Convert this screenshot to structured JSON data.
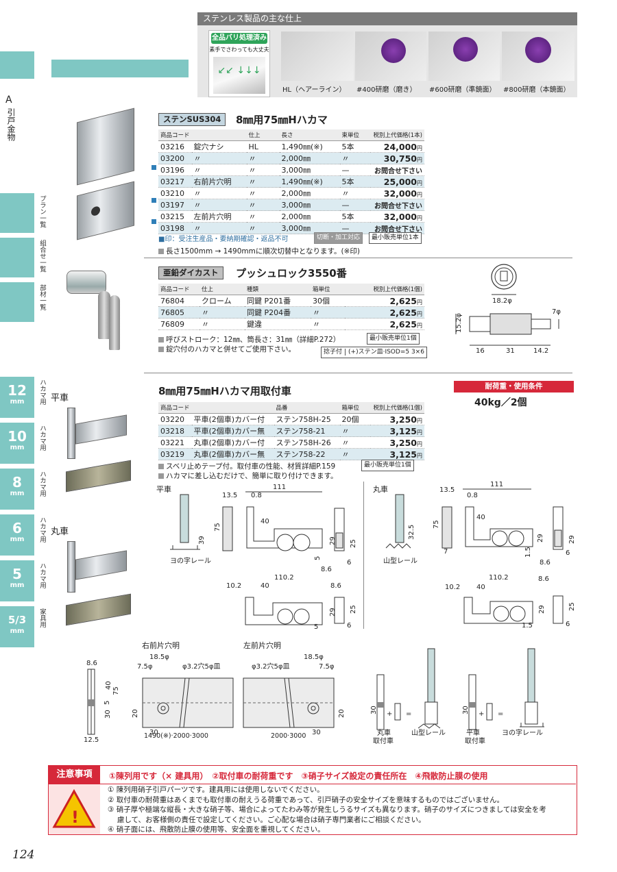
{
  "finish_panel": {
    "title": "ステンレス製品の主な仕上",
    "badge": "全品バリ処理済み",
    "badge_sub": "素手でさわっても大丈夫",
    "samples": [
      "HL（ヘアーライン）",
      "#400研磨（磨き）",
      "#600研磨（準鏡面）",
      "#800研磨（本鏡面）"
    ]
  },
  "side": {
    "section": "A",
    "section_name": "引戸金物",
    "tabs": [
      "プラン一覧",
      "組合せ一覧",
      "部材一覧"
    ],
    "size_tabs": [
      {
        "num": "12",
        "unit": "mm",
        "label": "ハカマ用"
      },
      {
        "num": "10",
        "unit": "mm",
        "label": "ハカマ用"
      },
      {
        "num": "8",
        "unit": "mm",
        "label": "ハカマ用"
      },
      {
        "num": "6",
        "unit": "mm",
        "label": "ハカマ用"
      },
      {
        "num": "5",
        "unit": "mm",
        "label": "ハカマ用"
      },
      {
        "num": "5/3",
        "unit": "mm",
        "label": "家具用"
      }
    ]
  },
  "sec1": {
    "tag": "ステンSUS304",
    "title": "8㎜用75㎜Hハカマ",
    "headers": [
      "商品コード",
      "",
      "仕上",
      "長さ",
      "束単位",
      "税別上代価格(1本)"
    ],
    "rows": [
      {
        "code": "03216",
        "hole": "錠穴ナシ",
        "finish": "HL",
        "length": "1,490㎜(※)",
        "unit": "5本",
        "price": "24,000",
        "yen": "円",
        "inquiry": false,
        "marked": false,
        "shade": false
      },
      {
        "code": "03200",
        "hole": "〃",
        "finish": "〃",
        "length": "2,000㎜",
        "unit": "〃",
        "price": "30,750",
        "yen": "円",
        "inquiry": false,
        "marked": false,
        "shade": true
      },
      {
        "code": "03196",
        "hole": "〃",
        "finish": "〃",
        "length": "3,000㎜",
        "unit": "—",
        "price": "お問合せ下さい",
        "yen": "",
        "inquiry": true,
        "marked": true,
        "shade": false
      },
      {
        "code": "03217",
        "hole": "右前片穴明",
        "finish": "〃",
        "length": "1,490㎜(※)",
        "unit": "5本",
        "price": "25,000",
        "yen": "円",
        "inquiry": false,
        "marked": false,
        "shade": true
      },
      {
        "code": "03210",
        "hole": "〃",
        "finish": "〃",
        "length": "2,000㎜",
        "unit": "〃",
        "price": "32,000",
        "yen": "円",
        "inquiry": false,
        "marked": false,
        "shade": false
      },
      {
        "code": "03197",
        "hole": "〃",
        "finish": "〃",
        "length": "3,000㎜",
        "unit": "—",
        "price": "お問合せ下さい",
        "yen": "",
        "inquiry": true,
        "marked": true,
        "shade": true
      },
      {
        "code": "03215",
        "hole": "左前片穴明",
        "finish": "〃",
        "length": "2,000㎜",
        "unit": "5本",
        "price": "32,000",
        "yen": "円",
        "inquiry": false,
        "marked": false,
        "shade": false
      },
      {
        "code": "03198",
        "hole": "〃",
        "finish": "〃",
        "length": "3,000㎜",
        "unit": "—",
        "price": "お問合せ下さい",
        "yen": "",
        "inquiry": true,
        "marked": true,
        "shade": true
      }
    ],
    "note1": "■印：受注生産品・要納期確認・返品不可",
    "pill1": "切断・加工対応",
    "pill2": "最小販売単位1本",
    "note2": "長さ1500mm → 1490mmに順次切替中となります。(※印)"
  },
  "sec2": {
    "tag": "亜鉛ダイカスト",
    "title": "プッシュロック3550番",
    "headers": [
      "商品コード",
      "仕上",
      "種類",
      "箱単位",
      "税別上代価格(1個)"
    ],
    "rows": [
      {
        "code": "76804",
        "finish": "クローム",
        "type": "同鍵  P201番",
        "unit": "30個",
        "price": "2,625",
        "yen": "円",
        "shade": false
      },
      {
        "code": "76805",
        "finish": "〃",
        "type": "同鍵  P204番",
        "unit": "〃",
        "price": "2,625",
        "yen": "円",
        "shade": true
      },
      {
        "code": "76809",
        "finish": "〃",
        "type": "鍵違",
        "unit": "〃",
        "price": "2,625",
        "yen": "円",
        "shade": false
      }
    ],
    "note1": "呼びストローク：12㎜、筒長さ：31㎜（詳細P.272）",
    "note2": "錠穴付のハカマと併せてご使用下さい。",
    "pill1": "最小販売単位1個",
    "pill2_a": "捻子付",
    "pill2_b": "(+)ステン皿·ISOD=5  3×6",
    "dims": {
      "d1": "18.2φ",
      "d2": "15.2φ",
      "d3": "7φ",
      "d4": "16",
      "d5": "31",
      "d6": "14.2"
    }
  },
  "sec3": {
    "title": "8㎜用75㎜Hハカマ用取付車",
    "load_label": "耐荷重・使用条件",
    "load_value": "40kg／2個",
    "headers": [
      "商品コード",
      "",
      "品番",
      "箱単位",
      "税別上代価格(1個)"
    ],
    "rows": [
      {
        "code": "03220",
        "name": "平車(2個車)カバー付",
        "model": "ステン758H-25",
        "unit": "20個",
        "price": "3,250",
        "yen": "円",
        "shade": false
      },
      {
        "code": "03218",
        "name": "平車(2個車)カバー無",
        "model": "ステン758-21",
        "unit": "〃",
        "price": "3,125",
        "yen": "円",
        "shade": true
      },
      {
        "code": "03221",
        "name": "丸車(2個車)カバー付",
        "model": "ステン758H-26",
        "unit": "〃",
        "price": "3,250",
        "yen": "円",
        "shade": false
      },
      {
        "code": "03219",
        "name": "丸車(2個車)カバー無",
        "model": "ステン758-22",
        "unit": "〃",
        "price": "3,125",
        "yen": "円",
        "shade": true
      }
    ],
    "note1": "スベリ止めテープ付。取付車の性能、材質詳細P.159",
    "note2": "ハカマに差し込むだけで、簡単に取り付けできます。",
    "pill1": "最小販売単位1個",
    "flat_label": "平車",
    "round_label": "丸車",
    "rail_flat": "ヨの字レール",
    "rail_round": "山型レール",
    "dims": {
      "w111": "111",
      "w13_5": "13.5",
      "w0_8": "0.8",
      "h75": "75",
      "h39": "39",
      "w40": "40",
      "h29": "29",
      "h5": "5",
      "h25": "25",
      "w8_6": "8.6",
      "h6": "6",
      "w110_2": "110.2",
      "w10_2": "10.2",
      "h32_5": "32.5",
      "h7": "7",
      "h1_5": "1.5"
    }
  },
  "sec4": {
    "right_label": "右前片穴明",
    "left_label": "左前片穴明",
    "d18_5": "18.5φ",
    "d7_5": "7.5φ",
    "hole": "φ3.2穴5φ皿",
    "len_right": "1490(※)·2000·3000",
    "len_left": "2000·3000",
    "d8_6": "8.6",
    "d40": "40",
    "d5": "5",
    "d75": "75",
    "d30": "30",
    "d12_5": "12.5",
    "d20": "20",
    "d30b": "30",
    "combo_round": "丸車",
    "combo_round2": "取付車",
    "combo_rail_round": "山型レール",
    "combo_flat": "平車",
    "combo_flat2": "取付車",
    "combo_rail_flat": "ヨの字レール",
    "plus": "+",
    "eq": "="
  },
  "caution": {
    "label": "注意事項",
    "headline": "①陳列用です（× 建具用）　②取付車の耐荷重です　③硝子サイズ設定の責任所在　④飛散防止膜の使用",
    "lines": [
      "① 陳列用硝子引戸パーツです。建具用には使用しないでください。",
      "② 取付車の耐荷重はあくまでも取付車の耐えうる荷重であって、引戸硝子の安全サイズを意味するものではございません。",
      "③ 硝子厚や極端な縦長・大きな硝子等、場合によってたわみ等が発生しうるサイズも異なります。硝子のサイズにつきましては安全を考",
      "　 慮して、お客様側の責任で設定してください。ご心配な場合は硝子専門業者にご相談ください。",
      "④ 硝子面には、飛散防止膜の使用等、安全面を重視してください。"
    ]
  },
  "page_number": "124"
}
